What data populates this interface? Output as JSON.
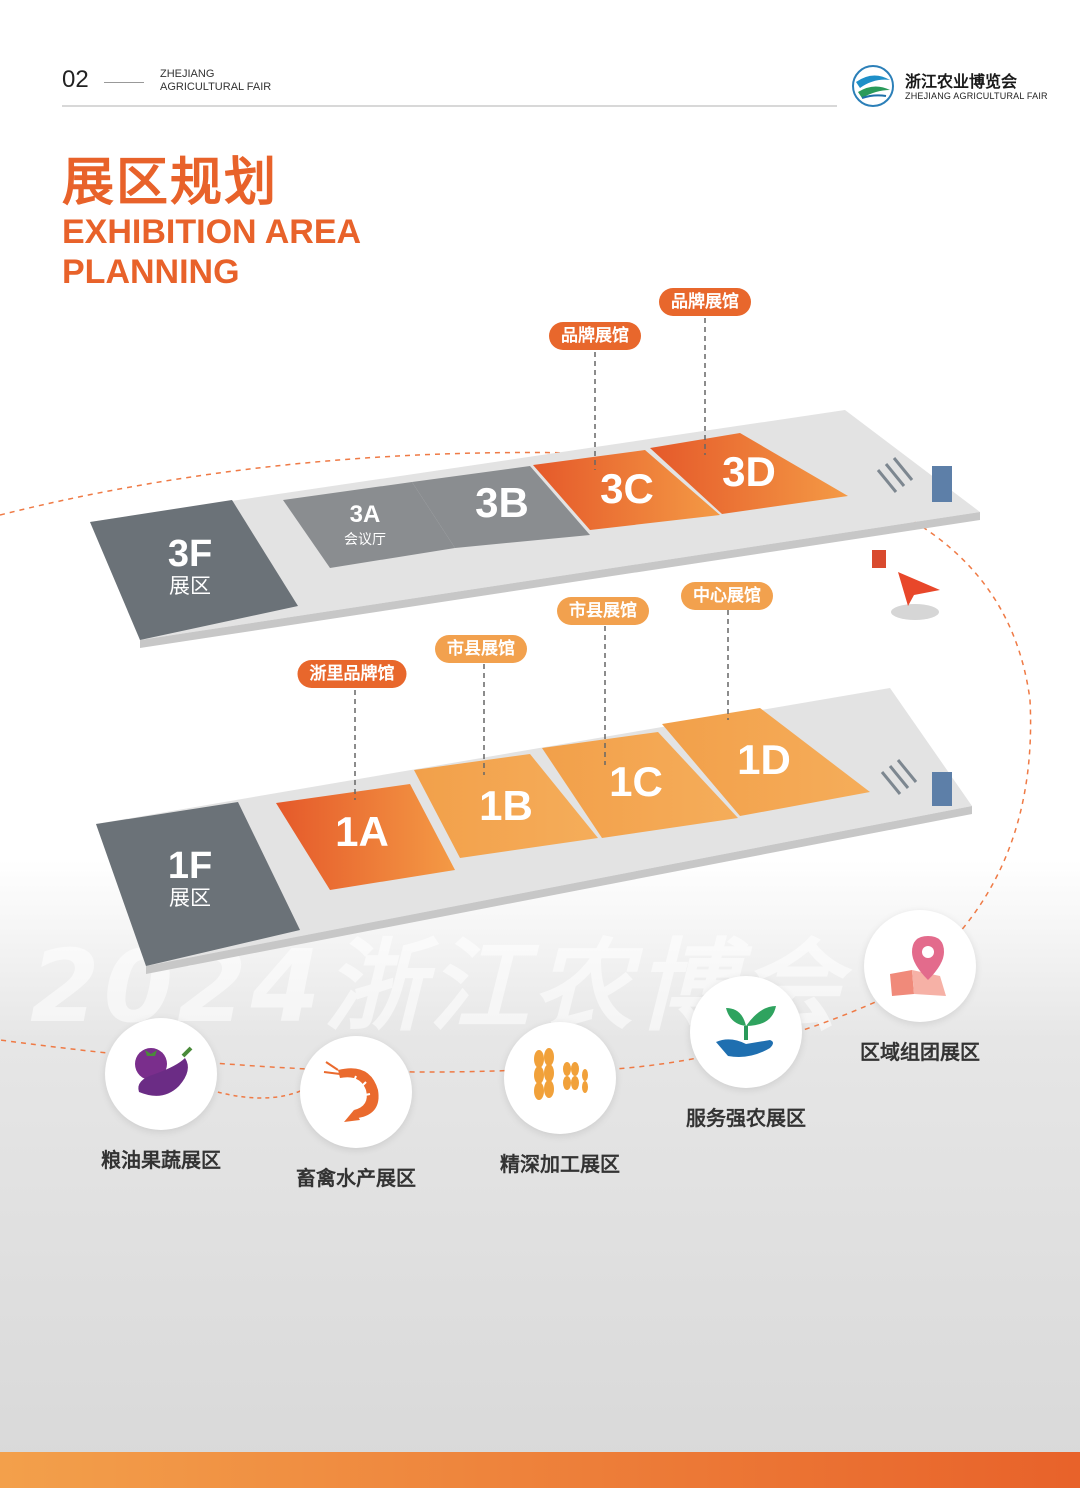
{
  "header": {
    "page_number": "02",
    "brand_en_line1": "ZHEJIANG",
    "brand_en_line2": "AGRICULTURAL FAIR",
    "logo_cn": "浙江农业博览会",
    "logo_en": "ZHEJIANG AGRICULTURAL FAIR"
  },
  "title": {
    "cn": "展区规划",
    "en_line1": "EXHIBITION AREA",
    "en_line2": "PLANNING"
  },
  "floor3": {
    "label": "3F",
    "sublabel": "展区",
    "halls": [
      {
        "id": "3A",
        "sub": "会议厅",
        "color": "grey"
      },
      {
        "id": "3B",
        "color": "grey"
      },
      {
        "id": "3C",
        "color": "orange",
        "tag": "品牌展馆"
      },
      {
        "id": "3D",
        "color": "orange",
        "tag": "品牌展馆"
      }
    ]
  },
  "floor1": {
    "label": "1F",
    "sublabel": "展区",
    "halls": [
      {
        "id": "1A",
        "color": "orange",
        "tag": "浙里品牌馆"
      },
      {
        "id": "1B",
        "color": "light",
        "tag": "市县展馆"
      },
      {
        "id": "1C",
        "color": "light",
        "tag": "市县展馆"
      },
      {
        "id": "1D",
        "color": "light",
        "tag": "中心展馆"
      }
    ]
  },
  "watermark": "2024浙江农博会",
  "zones": [
    {
      "label": "粮油果蔬展区",
      "icon": "eggplant-tomato-icon"
    },
    {
      "label": "畜禽水产展区",
      "icon": "shrimp-icon"
    },
    {
      "label": "精深加工展区",
      "icon": "wheat-icon"
    },
    {
      "label": "服务强农展区",
      "icon": "sprout-hand-icon"
    },
    {
      "label": "区域组团展区",
      "icon": "map-pin-icon"
    }
  ],
  "colors": {
    "accent": "#e8622a",
    "accent_light": "#f2a14e",
    "slab": "#e4e4e4",
    "floor_block": "#6b7278",
    "hall_grey": "#8a8d90"
  }
}
